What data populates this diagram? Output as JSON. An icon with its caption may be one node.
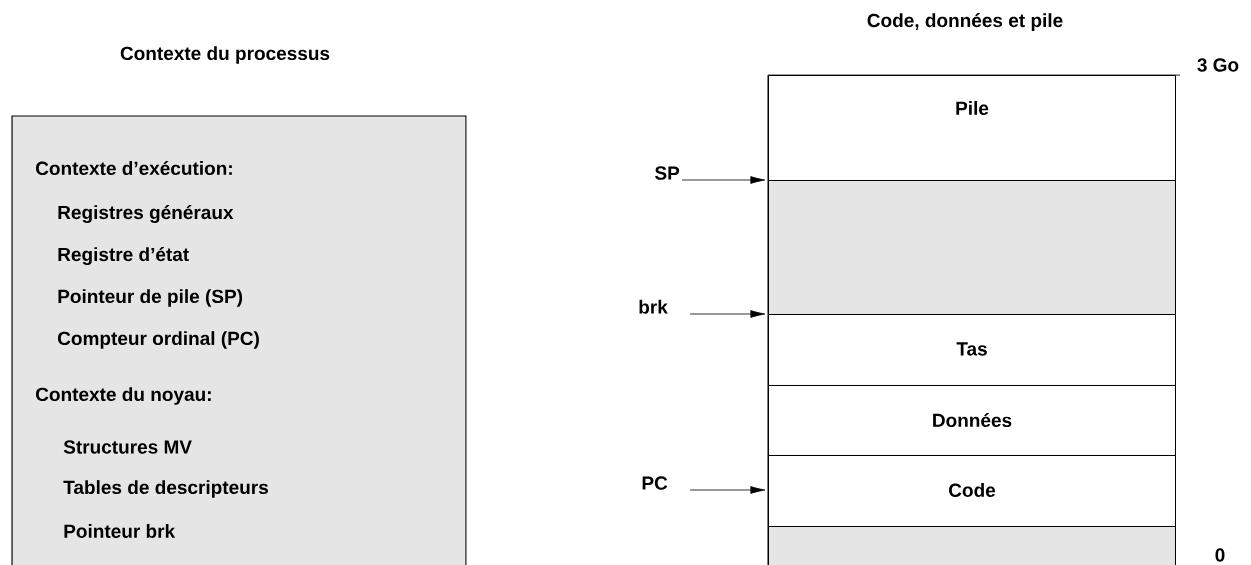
{
  "diagram": {
    "nodes": [
      {
        "text": [
          "Contexte du processus",
          "Contexte d’exécution:",
          "Registres généraux",
          "Registre d’état",
          "Pointeur de pile (SP)",
          "Compteur ordinal (PC)",
          "Contexte du noyau:",
          "Structures MV",
          "Tables de descripteurs",
          "Pointeur brk"
        ]
      },
      {
        "text": [
          "Code, données et pile"
        ]
      },
      {
        "text": [
          "Pile"
        ],
        "in": 1
      },
      {
        "text": [],
        "shape": "box",
        "in": 1
      },
      {
        "text": [
          "Tas"
        ],
        "in": 1
      },
      {
        "text": [
          "Données"
        ],
        "in": 1
      },
      {
        "text": [
          "Code"
        ],
        "in": 1
      },
      {
        "text": [],
        "shape": "box",
        "in": 1
      },
      {
        "text": [
          "SP"
        ]
      },
      {
        "text": [
          "brk"
        ]
      },
      {
        "text": [
          "PC"
        ]
      }
    ],
    "edges": [
      {
        "from": 8,
        "to": 3,
        "arrow": "to"
      },
      {
        "from": 9,
        "to": 4,
        "arrow": "to"
      },
      {
        "from": 10,
        "to": 6,
        "arrow": "to"
      }
    ],
    "labels": [
      "3 Go",
      "0"
    ]
  }
}
